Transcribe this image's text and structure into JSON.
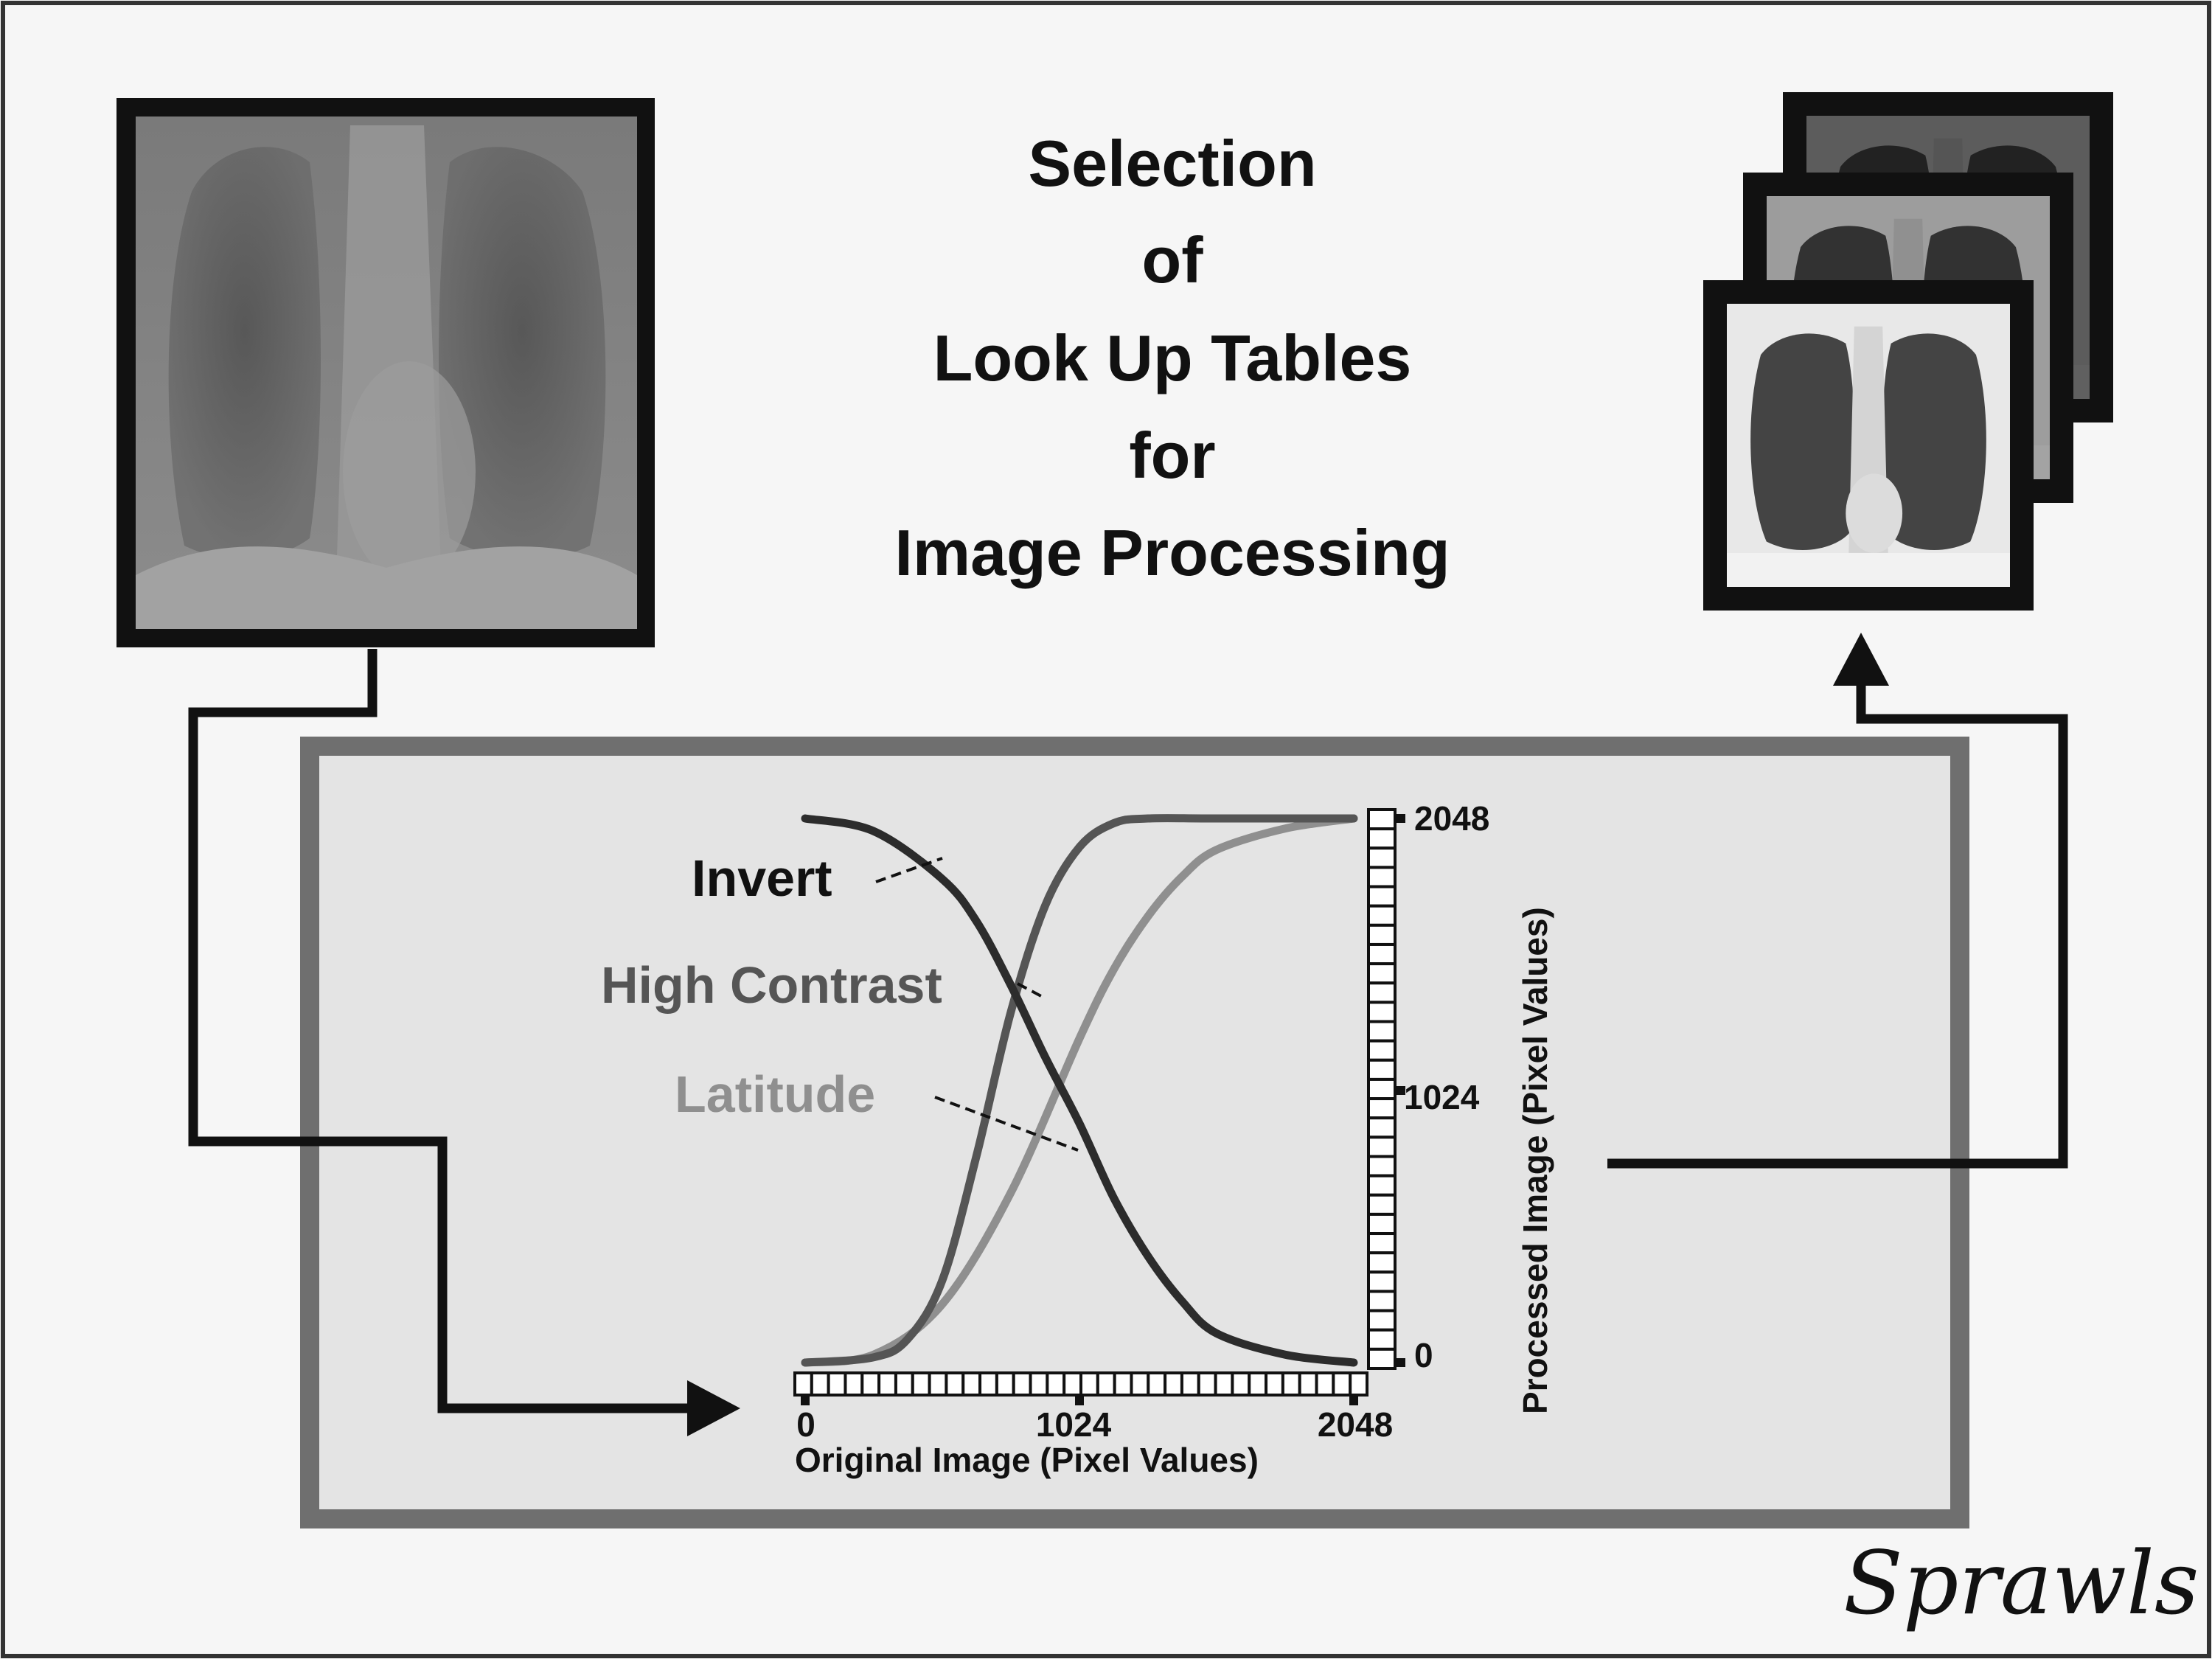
{
  "title": {
    "lines": [
      "Selection",
      "of",
      "Look Up Tables",
      "for",
      "Image Processing"
    ]
  },
  "colors": {
    "background": "#f6f6f6",
    "panel_fill": "#e4e4e4",
    "panel_border": "#6f6f6f",
    "invert": "#2c2c2c",
    "high_contrast": "#555555",
    "latitude": "#8f8f8f",
    "flow_line": "#111111",
    "frame": "#111111"
  },
  "icons": {
    "input_image": "chest-xray-icon",
    "output_images": "chest-xray-stack-icon",
    "input_arrow": "arrow-right-icon",
    "output_arrow": "arrow-up-icon"
  },
  "chart_data": {
    "type": "line",
    "xlabel": "Original Image (Pixel Values)",
    "ylabel": "Processed Image (Pixel Values)",
    "xlim": [
      0,
      2048
    ],
    "ylim": [
      0,
      2048
    ],
    "x_ticks": [
      "0",
      "1024",
      "2048"
    ],
    "y_ticks": [
      "0",
      "1024",
      "2048"
    ],
    "series": [
      {
        "name": "Invert",
        "color": "#2c2c2c",
        "x": [
          0,
          256,
          512,
          640,
          768,
          896,
          1024,
          1152,
          1280,
          1408,
          1536,
          1792,
          2048
        ],
        "y": [
          2048,
          2000,
          1820,
          1660,
          1420,
          1150,
          900,
          620,
          400,
          230,
          110,
          30,
          0
        ]
      },
      {
        "name": "High Contrast",
        "color": "#555555",
        "x": [
          0,
          256,
          384,
          512,
          640,
          768,
          896,
          1024,
          1152,
          1280,
          1536,
          2048
        ],
        "y": [
          0,
          20,
          90,
          310,
          780,
          1320,
          1720,
          1940,
          2030,
          2048,
          2048,
          2048
        ]
      },
      {
        "name": "Latitude",
        "color": "#8f8f8f",
        "x": [
          0,
          256,
          512,
          768,
          1024,
          1152,
          1280,
          1408,
          1536,
          1792,
          2048
        ],
        "y": [
          0,
          30,
          220,
          640,
          1220,
          1480,
          1680,
          1830,
          1930,
          2010,
          2048
        ]
      }
    ]
  },
  "signature": "Sprawls"
}
